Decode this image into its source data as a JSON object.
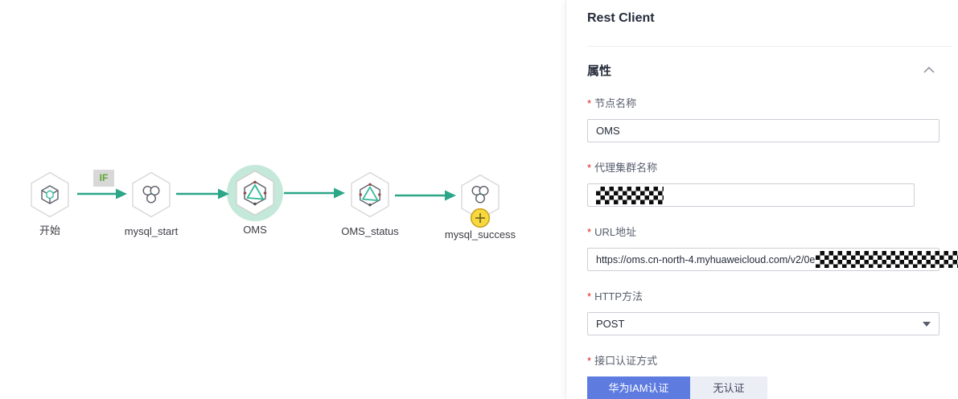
{
  "ui": {
    "required_marker": "*"
  },
  "colors": {
    "accent_teal": "#2ba687",
    "selection_halo": "#c4e8d9",
    "primary_blue": "#5e7ce0",
    "required_red": "#e02020",
    "badge_yellow": "#f7d83f",
    "if_badge_bg": "#d8d8d8",
    "if_badge_text": "#5ea332"
  },
  "canvas": {
    "nodes": [
      {
        "id": "start",
        "label": "开始",
        "type": "start"
      },
      {
        "id": "mysql_start",
        "label": "mysql_start",
        "type": "mysql"
      },
      {
        "id": "OMS",
        "label": "OMS",
        "type": "rest-client",
        "selected": true
      },
      {
        "id": "OMS_status",
        "label": "OMS_status",
        "type": "rest-client"
      },
      {
        "id": "mysql_success",
        "label": "mysql_success",
        "type": "mysql",
        "badge": "add"
      }
    ],
    "edges": [
      {
        "from": "start",
        "to": "mysql_start",
        "label": "IF"
      },
      {
        "from": "mysql_start",
        "to": "OMS",
        "label": ""
      },
      {
        "from": "OMS",
        "to": "OMS_status",
        "label": ""
      },
      {
        "from": "OMS_status",
        "to": "mysql_success",
        "label": ""
      }
    ]
  },
  "panel": {
    "title": "Rest Client",
    "section_title": "属性",
    "fields": {
      "node_name": {
        "label": "节点名称",
        "value": "OMS",
        "required": true
      },
      "proxy_cluster": {
        "label": "代理集群名称",
        "value": "",
        "redacted": true,
        "required": true
      },
      "url": {
        "label": "URL地址",
        "value_visible": "https://oms.cn-north-4.myhuaweicloud.com/v2/0e",
        "redacted_suffix": true,
        "required": true
      },
      "http_method": {
        "label": "HTTP方法",
        "value": "POST",
        "required": true
      },
      "auth": {
        "label": "接口认证方式",
        "required": true,
        "options": [
          {
            "label": "华为IAM认证",
            "selected": true
          },
          {
            "label": "无认证",
            "selected": false
          }
        ]
      }
    }
  }
}
